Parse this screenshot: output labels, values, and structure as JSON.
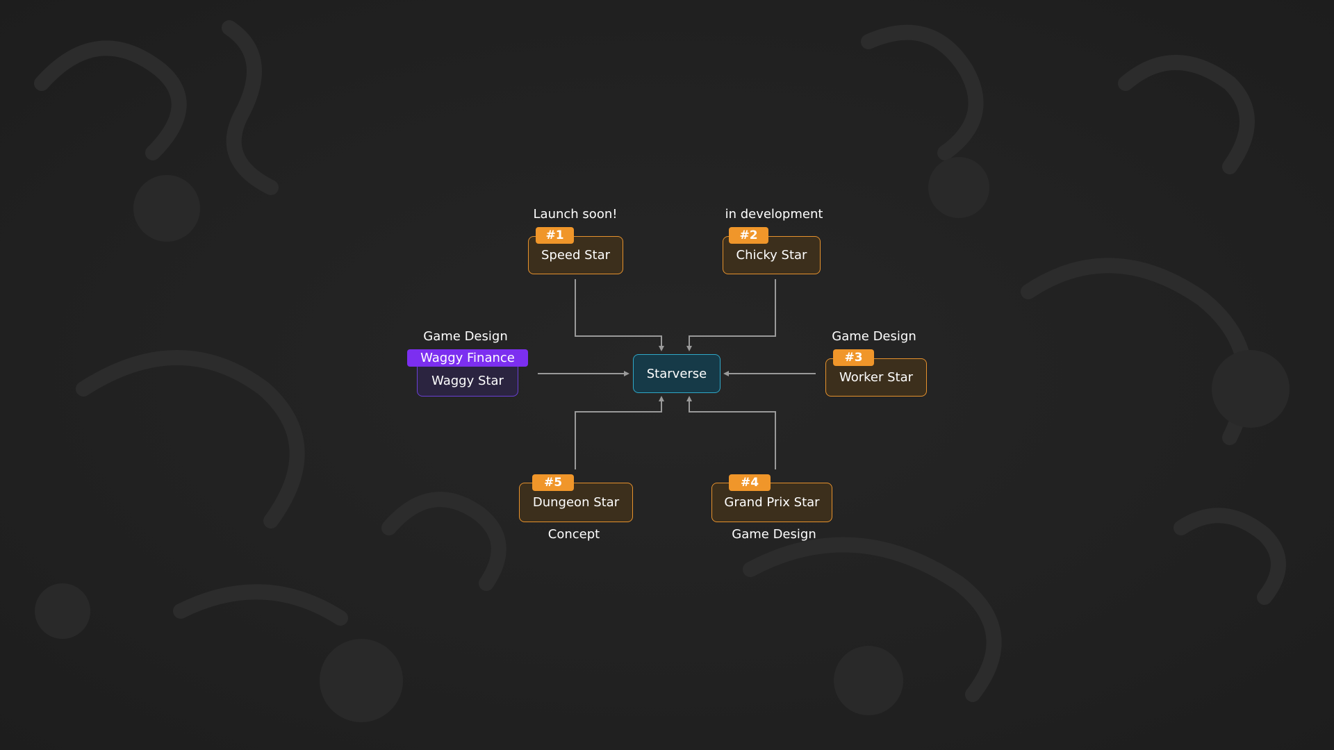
{
  "diagram": {
    "center": {
      "label": "Starverse",
      "color": "#2fa8c8"
    },
    "nodes": [
      {
        "id": "speed",
        "rank": "#1",
        "label": "Speed Star",
        "status": "Launch soon!"
      },
      {
        "id": "chicky",
        "rank": "#2",
        "label": "Chicky Star",
        "status": "in development"
      },
      {
        "id": "worker",
        "rank": "#3",
        "label": "Worker Star",
        "status": "Game Design"
      },
      {
        "id": "grandprix",
        "rank": "#4",
        "label": "Grand Prix Star",
        "status": "Game Design"
      },
      {
        "id": "dungeon",
        "rank": "#5",
        "label": "Dungeon Star",
        "status": "Concept"
      },
      {
        "id": "waggy",
        "tag": "Waggy Finance",
        "label": "Waggy Star",
        "status": "Game Design"
      }
    ],
    "edges": [
      {
        "from": "speed",
        "to": "Starverse"
      },
      {
        "from": "chicky",
        "to": "Starverse"
      },
      {
        "from": "worker",
        "to": "Starverse"
      },
      {
        "from": "grandprix",
        "to": "Starverse"
      },
      {
        "from": "dungeon",
        "to": "Starverse"
      },
      {
        "from": "waggy",
        "to": "Starverse"
      }
    ]
  },
  "colors": {
    "background": "#222222",
    "node_orange_border": "#e7922d",
    "badge_orange": "#f0962a",
    "node_purple_border": "#6b3fd6",
    "badge_purple": "#7c2ff0",
    "connector": "#9a9a9a"
  }
}
